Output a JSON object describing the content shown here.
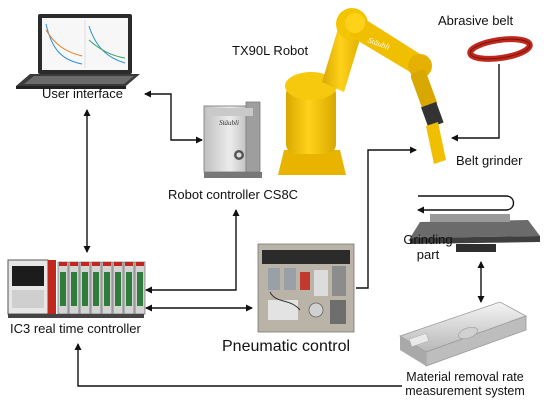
{
  "labels": {
    "user_interface": "User interface",
    "robot": "TX90L Robot",
    "abrasive_belt": "Abrasive belt",
    "belt_grinder": "Belt grinder",
    "robot_controller": "Robot controller CS8C",
    "grinding_part_line1": "Grinding",
    "grinding_part_line2": "part",
    "rt_controller": "IC3 real time controller",
    "pneumatic_control": "Pneumatic control",
    "mrr_line1": "Material removal rate",
    "mrr_line2": "measurement system"
  },
  "logos": {
    "robot_brand": "Stäubli",
    "controller_brand": "Stäubli"
  },
  "colors": {
    "robot_yellow": "#f2c200",
    "robot_shadow": "#c99a00",
    "belt_red": "#c0281e",
    "cabinet_gray": "#d9d9d9",
    "arrow": "#111111"
  }
}
